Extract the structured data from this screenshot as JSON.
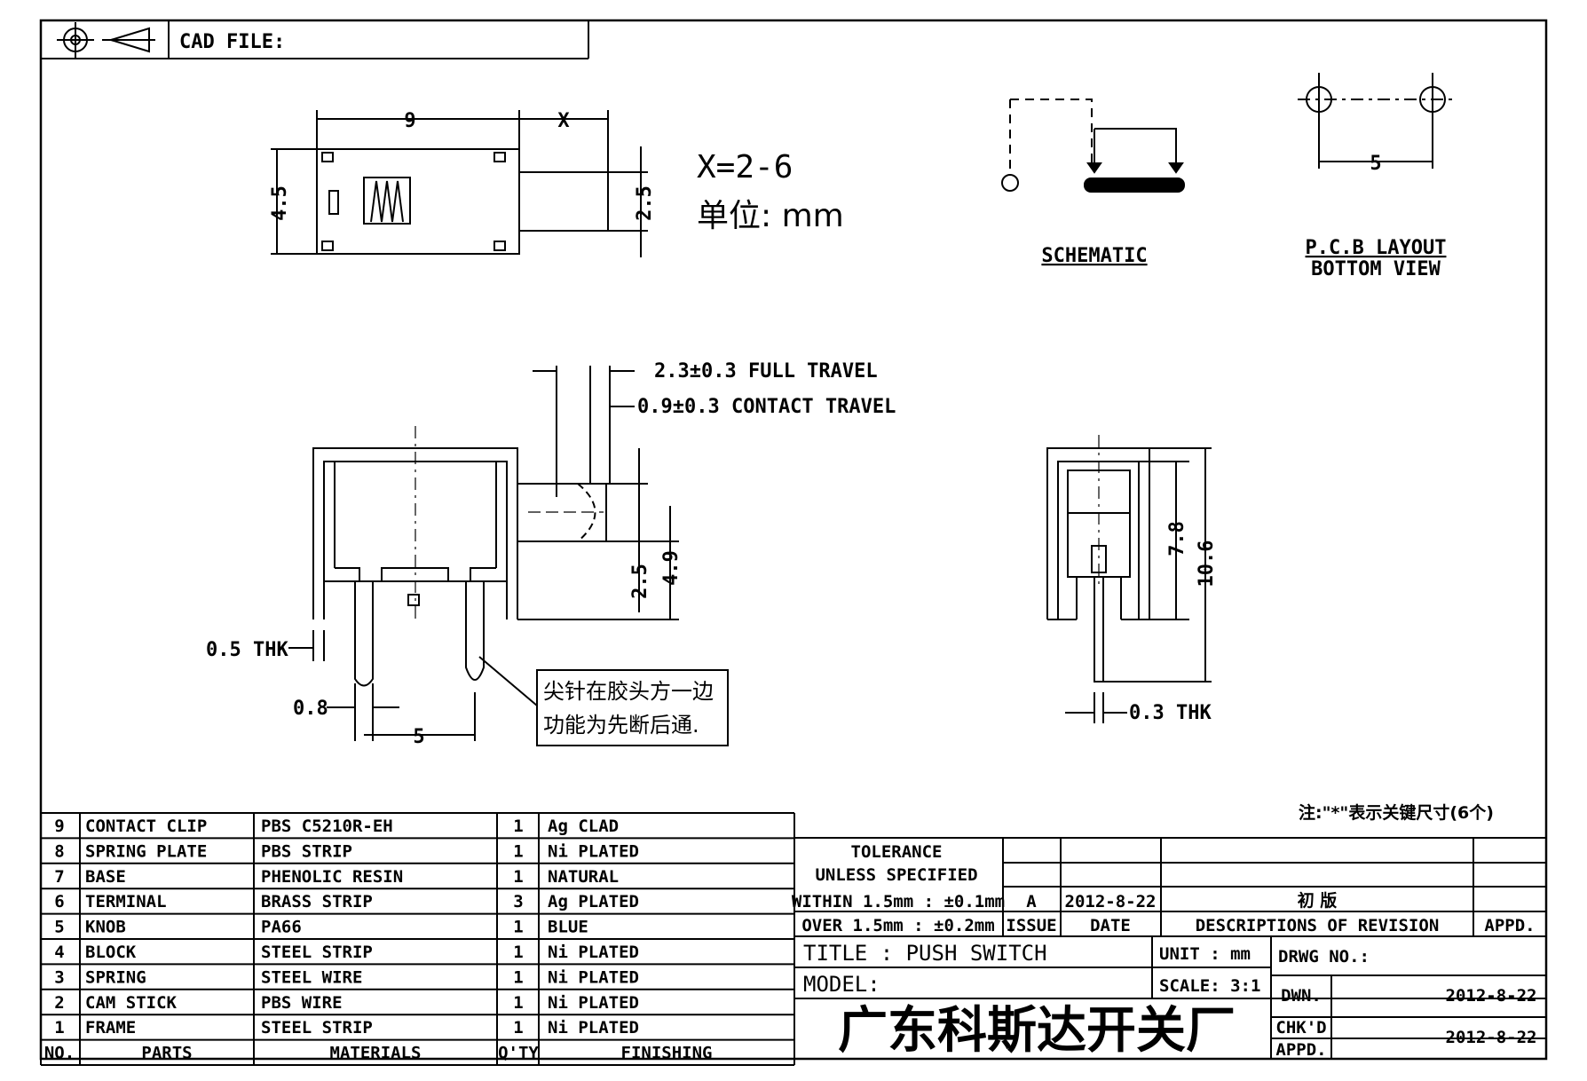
{
  "header": {
    "cad_file_label": "CAD FILE:"
  },
  "top_view": {
    "dim_9": "9",
    "dim_x": "X",
    "dim_45": "4.5",
    "dim_25": "2.5",
    "x_range": "X=2-6",
    "unit_note": "单位: mm"
  },
  "schematic": {
    "label": "SCHEMATIC"
  },
  "pcb_layout": {
    "label_line1": "P.C.B LAYOUT",
    "label_line2": "BOTTOM VIEW",
    "dim_5": "5"
  },
  "front_view": {
    "full_travel": "2.3±0.3 FULL TRAVEL",
    "contact_travel": "0.9±0.3 CONTACT TRAVEL",
    "thk_05": "0.5 THK",
    "dim_08": "0.8",
    "dim_5": "5",
    "dim_25": "2.5",
    "dim_49": "4.9",
    "note_line1": "尖针在胶头方一边",
    "note_line2": "功能为先断后通."
  },
  "side_view": {
    "dim_78": "7.8",
    "dim_106": "10.6",
    "thk_03": "0.3 THK"
  },
  "key_note": "注:\"*\"表示关键尺寸(6个)",
  "parts_table": {
    "headers": {
      "no": "NO.",
      "parts": "PARTS",
      "materials": "MATERIALS",
      "qty": "Q'TY",
      "finishing": "FINISHING"
    },
    "rows": [
      {
        "no": "9",
        "part": "CONTACT CLIP",
        "material": "PBS C5210R-EH",
        "qty": "1",
        "finishing": "Ag CLAD"
      },
      {
        "no": "8",
        "part": "SPRING PLATE",
        "material": "PBS STRIP",
        "qty": "1",
        "finishing": "Ni PLATED"
      },
      {
        "no": "7",
        "part": "BASE",
        "material": "PHENOLIC RESIN",
        "qty": "1",
        "finishing": "NATURAL"
      },
      {
        "no": "6",
        "part": "TERMINAL",
        "material": "BRASS STRIP",
        "qty": "3",
        "finishing": "Ag PLATED"
      },
      {
        "no": "5",
        "part": "KNOB",
        "material": "PA66",
        "qty": "1",
        "finishing": "BLUE"
      },
      {
        "no": "4",
        "part": "BLOCK",
        "material": "STEEL STRIP",
        "qty": "1",
        "finishing": "Ni PLATED"
      },
      {
        "no": "3",
        "part": "SPRING",
        "material": "STEEL WIRE",
        "qty": "1",
        "finishing": "Ni PLATED"
      },
      {
        "no": "2",
        "part": "CAM STICK",
        "material": "PBS WIRE",
        "qty": "1",
        "finishing": "Ni PLATED"
      },
      {
        "no": "1",
        "part": "FRAME",
        "material": "STEEL STRIP",
        "qty": "1",
        "finishing": "Ni PLATED"
      }
    ]
  },
  "title_block": {
    "tolerance_line1": "TOLERANCE",
    "tolerance_line2": "UNLESS SPECIFIED",
    "within": "WITHIN 1.5mm : ±0.1mm",
    "over": "OVER 1.5mm : ±0.2mm",
    "issue_value": "A",
    "date_value": "2012-8-22",
    "revision_value": "初 版",
    "issue_label": "ISSUE",
    "date_label": "DATE",
    "desc_label": "DESCRIPTIONS OF REVISION",
    "appd_label": "APPD.",
    "title": "TITLE : PUSH SWITCH",
    "unit": "UNIT : mm",
    "drwg_no": "DRWG NO.:",
    "model": "MODEL:",
    "scale": "SCALE: 3:1",
    "dwn_label": "DWN.",
    "dwn_date": "2012-8-22",
    "company": "广东科斯达开关厂",
    "chkd_label": "CHK'D",
    "appd2_label": "APPD.",
    "chk_date": "2012-8-22"
  }
}
